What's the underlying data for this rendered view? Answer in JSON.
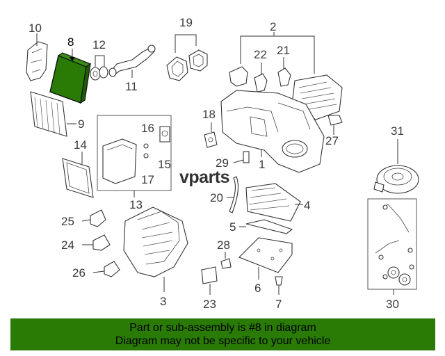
{
  "logo": {
    "text": "vparts"
  },
  "callouts": {
    "c10": "10",
    "c8": "8",
    "c12": "12",
    "c19": "19",
    "c2": "2",
    "c22": "22",
    "c21": "21",
    "c11": "11",
    "c9": "9",
    "c16": "16",
    "c18": "18",
    "c14": "14",
    "c15": "15",
    "c17": "17",
    "c27": "27",
    "c31": "31",
    "c29": "29",
    "c1": "1",
    "c13": "13",
    "c20": "20",
    "c4": "4",
    "c25": "25",
    "c5": "5",
    "c24": "24",
    "c28": "28",
    "c26": "26",
    "c6": "6",
    "c3": "3",
    "c23": "23",
    "c7": "7",
    "c30": "30"
  },
  "highlight": {
    "part_number": "8",
    "color": "#2a7a06"
  },
  "banner": {
    "line1": "Part or sub-assembly is #8 in diagram",
    "line2": "Diagram may not be specific to your vehicle",
    "color": "#2a7a06"
  }
}
